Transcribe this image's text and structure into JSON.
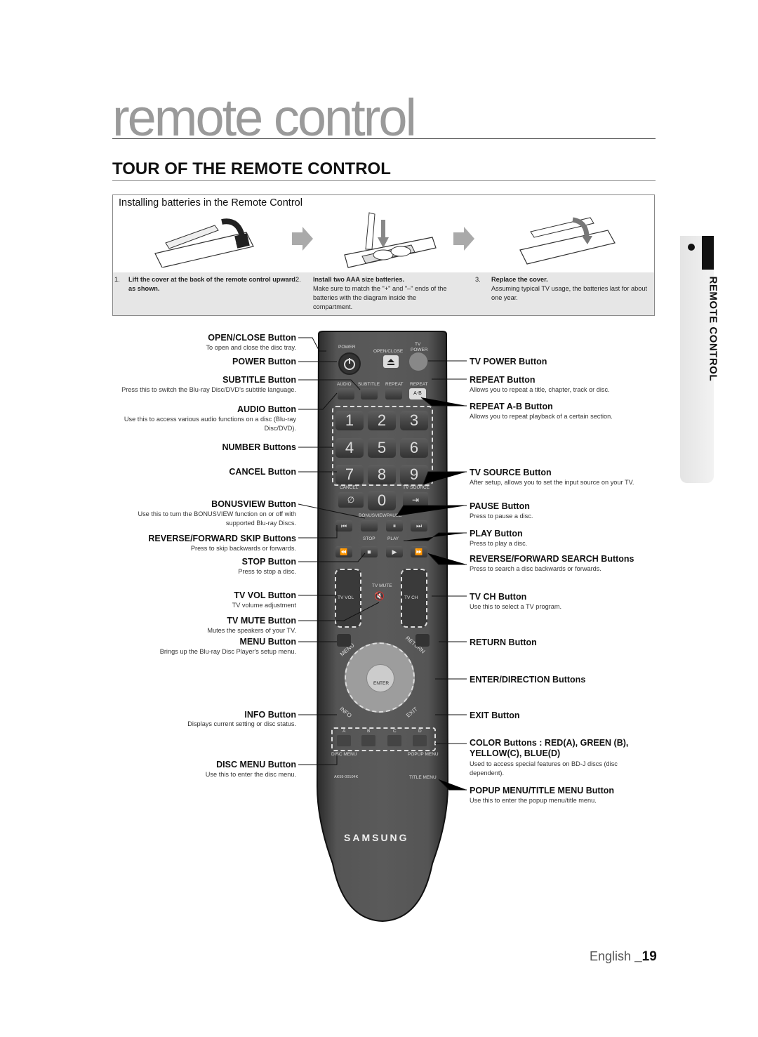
{
  "header": {
    "title": "remote control",
    "section_title": "TOUR OF THE REMOTE CONTROL"
  },
  "batteries": {
    "title": "Installing batteries in the Remote Control",
    "steps": [
      {
        "num": "1.",
        "bold": "Lift the cover at the back of the remote control upward as shown.",
        "desc": ""
      },
      {
        "num": "2.",
        "bold": "Install two AAA size batteries.",
        "desc": "Make sure to match the \"+\" and \"–\" ends of the batteries with the diagram inside the compartment."
      },
      {
        "num": "3.",
        "bold": "Replace the cover.",
        "desc": "Assuming typical TV usage, the batteries last for about one year."
      }
    ]
  },
  "side_tab": {
    "label": "REMOTE CONTROL"
  },
  "left_labels": [
    {
      "label": "OPEN/CLOSE Button",
      "desc": "To open and close the disc tray."
    },
    {
      "label": "POWER Button",
      "desc": ""
    },
    {
      "label": "SUBTITLE Button",
      "desc": "Press this to switch the Blu-ray Disc/DVD's subtitle language."
    },
    {
      "label": "AUDIO Button",
      "desc": "Use this to access various audio functions on a disc (Blu-ray Disc/DVD)."
    },
    {
      "label": "NUMBER Buttons",
      "desc": ""
    },
    {
      "label": "CANCEL Button",
      "desc": ""
    },
    {
      "label": "BONUSVIEW Button",
      "desc": "Use this to turn the BONUSVIEW function on or off with supported Blu-ray Discs."
    },
    {
      "label": "REVERSE/FORWARD SKIP Buttons",
      "desc": "Press to skip backwards or forwards."
    },
    {
      "label": "STOP Button",
      "desc": "Press to stop a disc."
    },
    {
      "label": "TV VOL Button",
      "desc": "TV volume adjustment"
    },
    {
      "label": "TV MUTE Button",
      "desc": "Mutes the speakers of your TV."
    },
    {
      "label": "MENU Button",
      "desc": "Brings up the Blu-ray Disc Player's setup menu."
    },
    {
      "label": "INFO Button",
      "desc": "Displays current setting or disc status."
    },
    {
      "label": "DISC MENU Button",
      "desc": "Use this to enter the disc menu."
    }
  ],
  "right_labels": [
    {
      "label": "TV POWER Button",
      "desc": ""
    },
    {
      "label": "REPEAT Button",
      "desc": "Allows you to repeat a title, chapter, track or disc."
    },
    {
      "label": "REPEAT A-B Button",
      "desc": "Allows you to repeat playback of a certain section."
    },
    {
      "label": "TV SOURCE Button",
      "desc": "After setup, allows you to set the input source on your TV."
    },
    {
      "label": "PAUSE Button",
      "desc": "Press to pause a disc."
    },
    {
      "label": "PLAY Button",
      "desc": "Press to play a disc."
    },
    {
      "label": "REVERSE/FORWARD SEARCH Buttons",
      "desc": "Press to search a disc backwards or forwards."
    },
    {
      "label": "TV CH Button",
      "desc": "Use this to select a TV program."
    },
    {
      "label": "RETURN Button",
      "desc": ""
    },
    {
      "label": "ENTER/DIRECTION Buttons",
      "desc": ""
    },
    {
      "label": "EXIT Button",
      "desc": ""
    },
    {
      "label": "COLOR Buttons : RED(A), GREEN (B), YELLOW(C), BLUE(D)",
      "desc": "Used to access special features on BD-J discs (disc dependent)."
    },
    {
      "label": "POPUP MENU/TITLE MENU Button",
      "desc": "Use this to enter the popup menu/title menu."
    }
  ],
  "remote": {
    "power": "POWER",
    "open_close": "OPEN/CLOSE",
    "tv": "TV",
    "tv_power": "POWER",
    "row2": [
      "AUDIO",
      "SUBTITLE",
      "REPEAT",
      "REPEAT"
    ],
    "ab": "A-B",
    "digits": [
      "1",
      "2",
      "3",
      "4",
      "5",
      "6",
      "7",
      "8",
      "9",
      "0"
    ],
    "cancel": "CANCEL",
    "tv_source": "TV SOURCE",
    "bonusview": "BONUSVIEW",
    "pause": "PAUSE",
    "stop": "STOP",
    "play": "PLAY",
    "tv_mute": "TV MUTE",
    "tv_vol": "TV VOL",
    "tv_ch": "TV CH",
    "menu": "MENU",
    "return": "RETURN",
    "enter": "ENTER",
    "info": "INFO",
    "exit": "EXIT",
    "colors": [
      "A",
      "B",
      "C",
      "D"
    ],
    "disc_menu": "DISC MENU",
    "popup_menu": "POPUP MENU",
    "title_menu": "TITLE MENU",
    "model": "AK59-00104K",
    "brand": "SAMSUNG"
  },
  "footer": {
    "lang": "English",
    "page": "_19"
  }
}
